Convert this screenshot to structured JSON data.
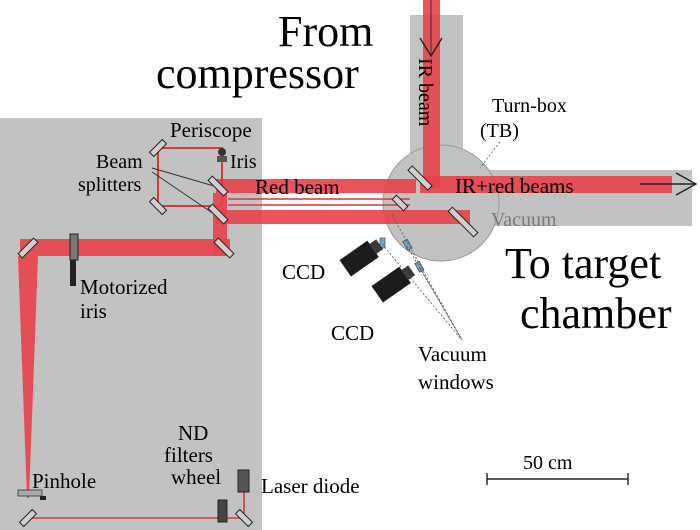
{
  "labels": {
    "from": "From",
    "compressor": "compressor",
    "ir_beam": "IR beam",
    "turn_box_1": "Turn-box",
    "turn_box_2": "(TB)",
    "periscope": "Periscope",
    "iris": "Iris",
    "beam_splitters_1": "Beam",
    "beam_splitters_2": "splitters",
    "red_beam": "Red beam",
    "ir_red_beams": "IR+red beams",
    "vacuum": "Vacuum",
    "to_target": "To target",
    "chamber": "chamber",
    "ccd_1": "CCD",
    "ccd_2": "CCD",
    "vacuum_windows_1": "Vacuum",
    "vacuum_windows_2": "windows",
    "motorized_1": "Motorized",
    "motorized_2": "iris",
    "nd_1": "ND",
    "nd_2": "filters",
    "nd_3": "wheel",
    "pinhole": "Pinhole",
    "laser_diode": "Laser diode",
    "scale": "50 cm"
  },
  "colors": {
    "table": "#c2c2c2",
    "beam_red": "#e8414a",
    "text": "#000000",
    "vacuum_text": "#7a7a7a"
  }
}
